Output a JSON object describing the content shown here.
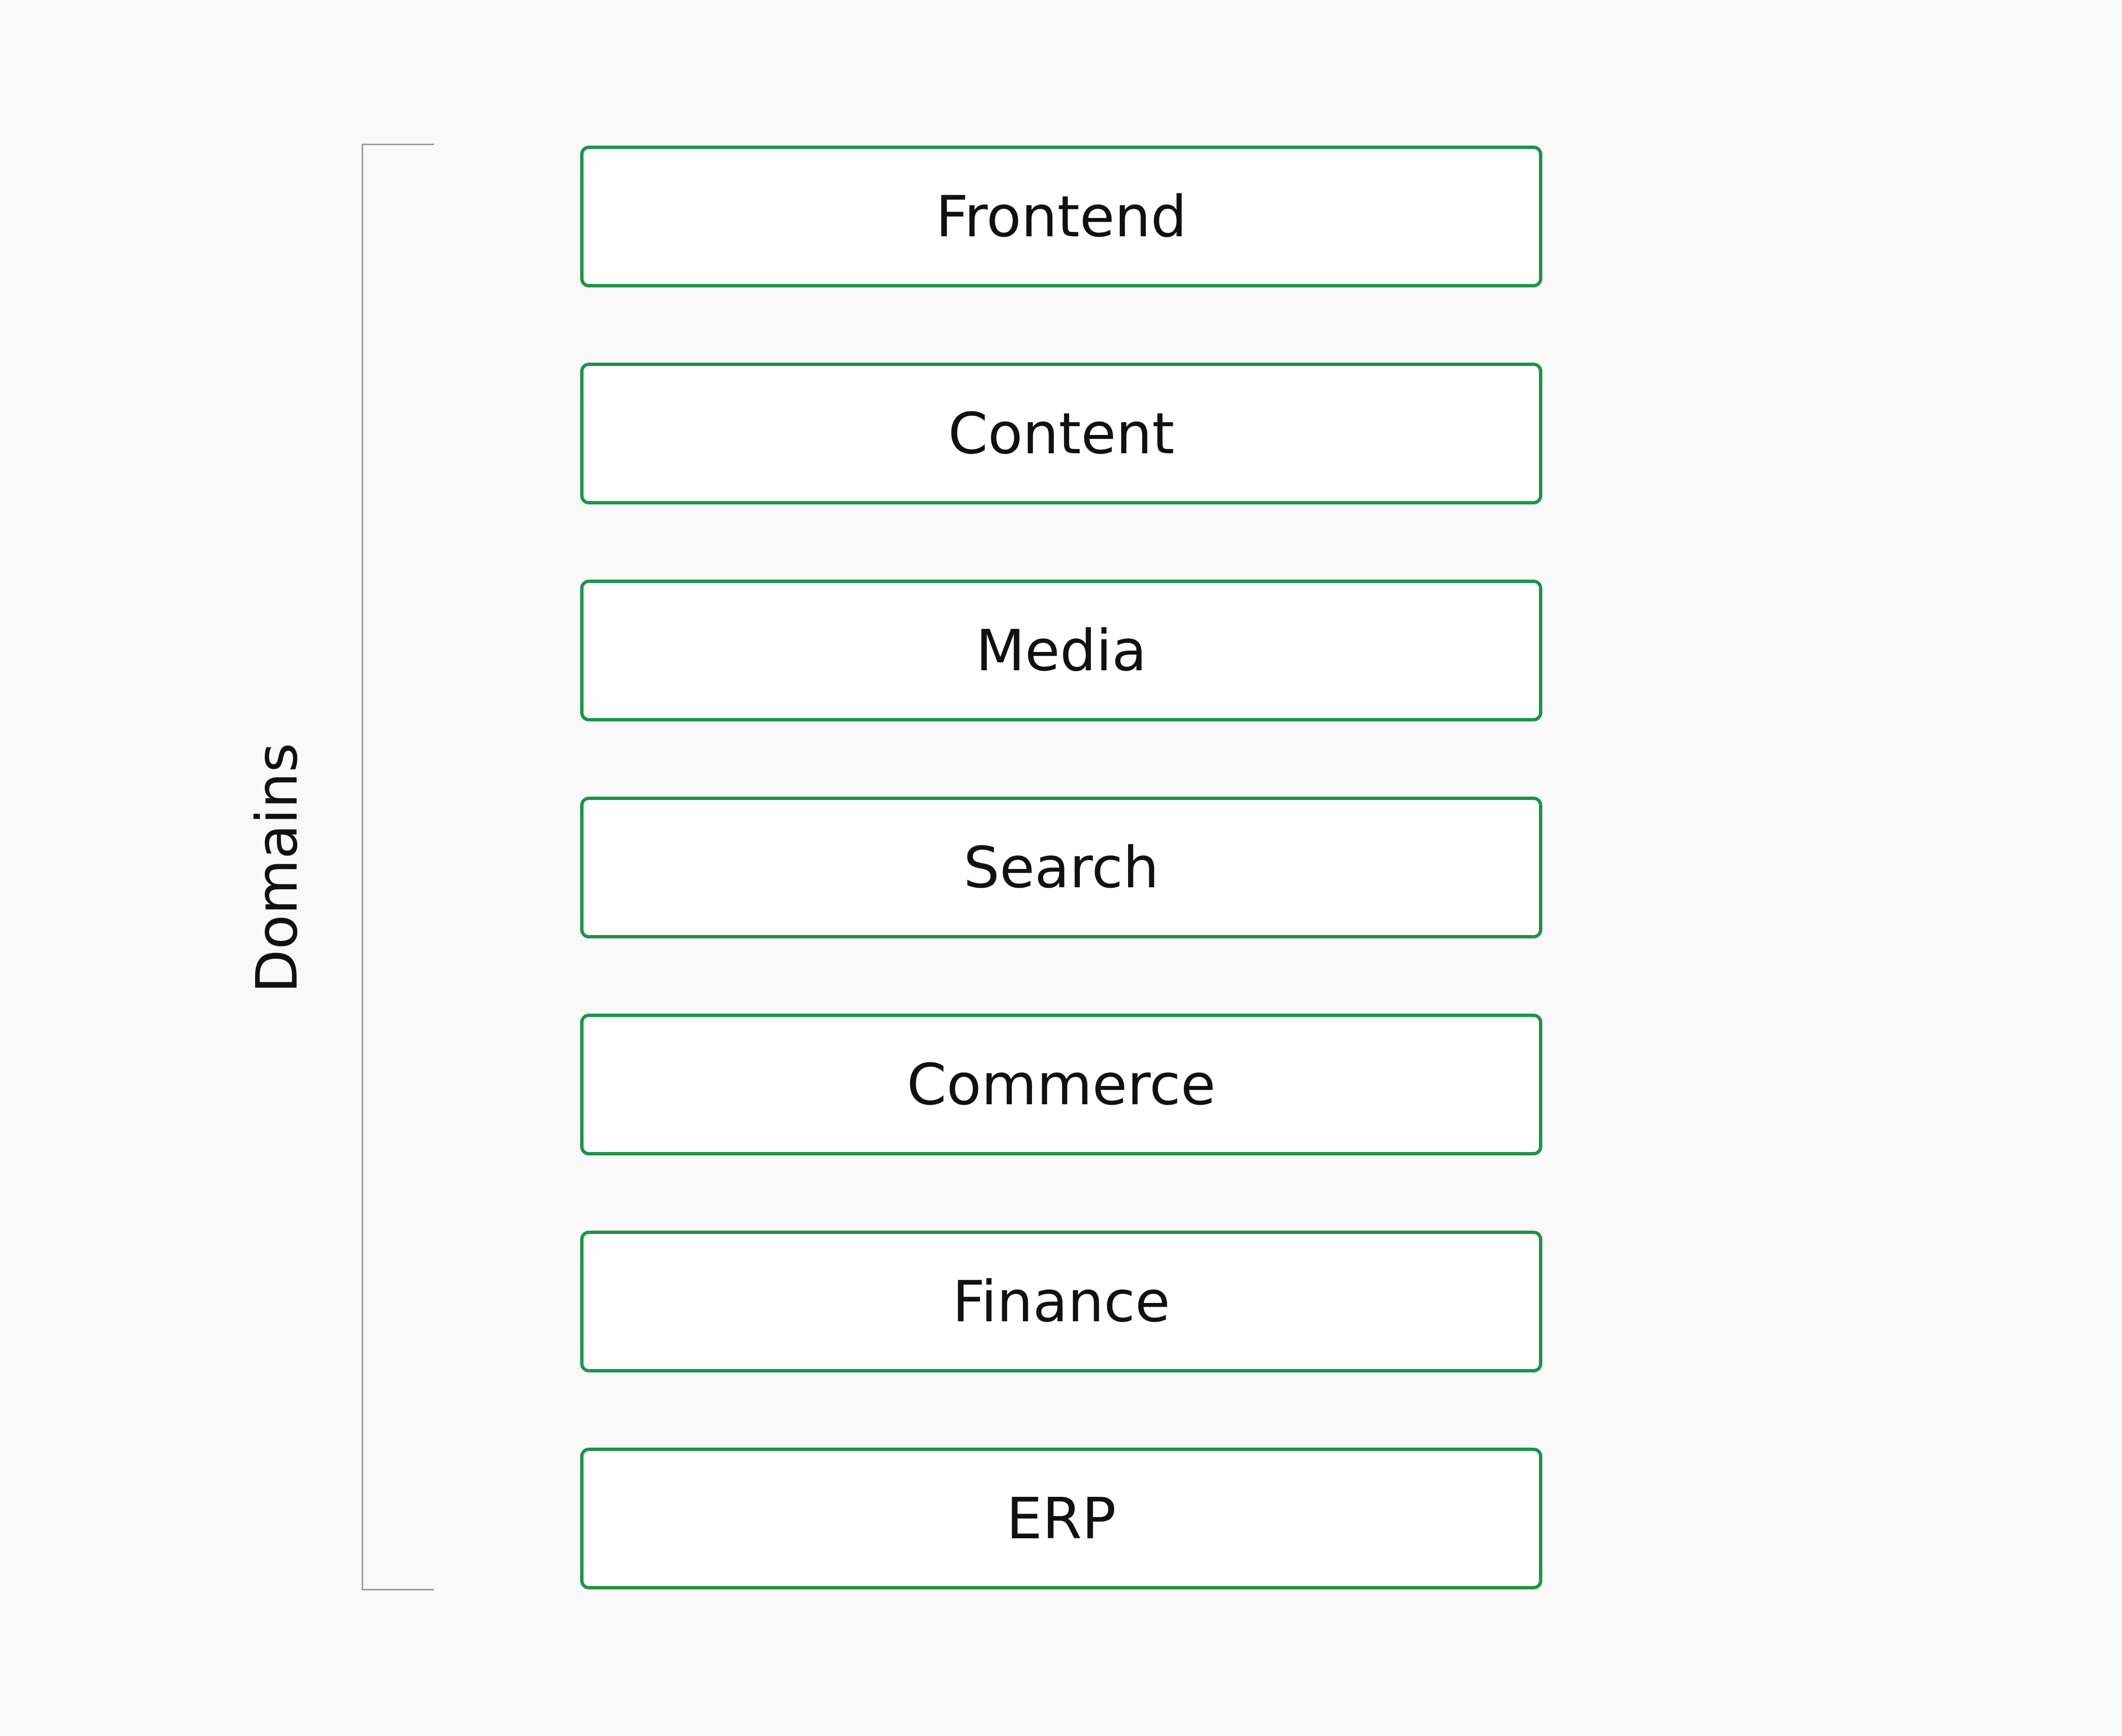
{
  "group": {
    "label": "Domains"
  },
  "domains": [
    {
      "label": "Frontend"
    },
    {
      "label": "Content"
    },
    {
      "label": "Media"
    },
    {
      "label": "Search"
    },
    {
      "label": "Commerce"
    },
    {
      "label": "Finance"
    },
    {
      "label": "ERP"
    }
  ],
  "colors": {
    "box_border": "#1e944a",
    "box_fill": "#ffffff",
    "bracket": "#9a9a9a",
    "background": "#f9f9f9",
    "text": "#111111"
  }
}
